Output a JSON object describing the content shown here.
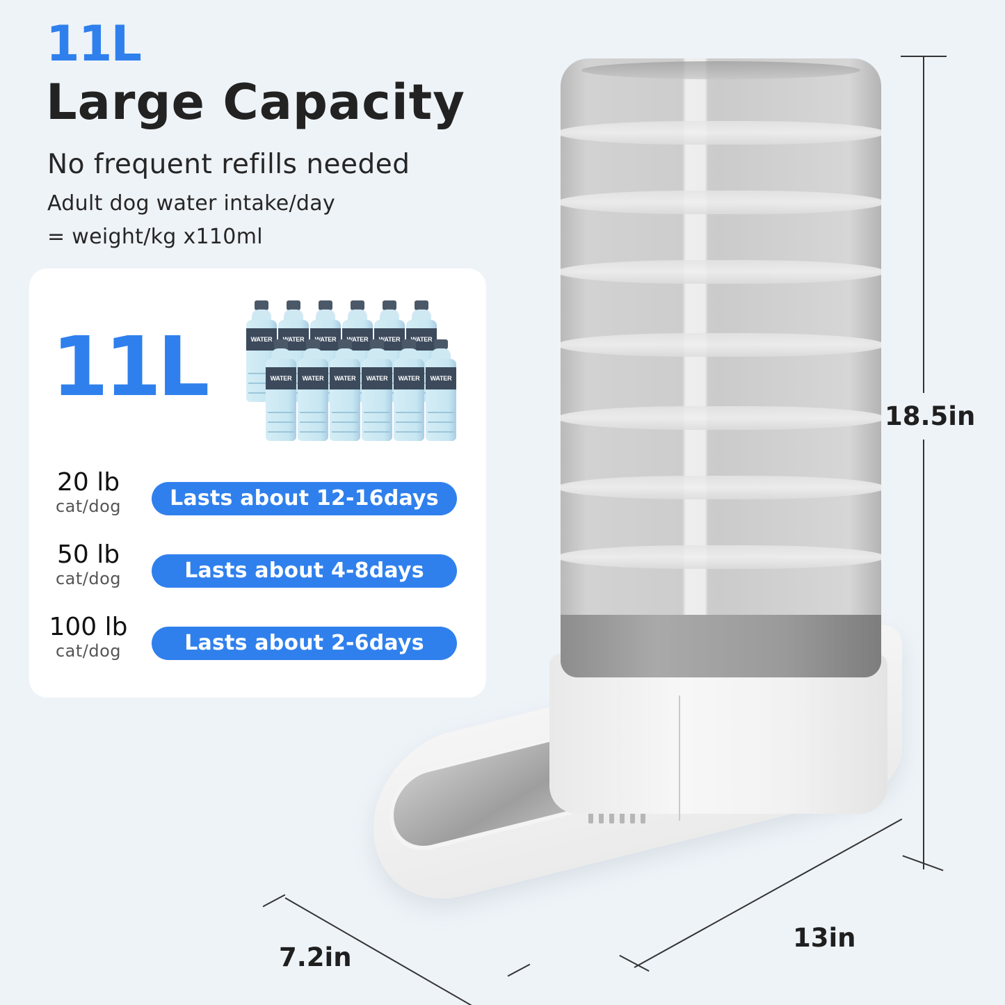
{
  "headline": {
    "capacity": "11L",
    "title": "Large Capacity",
    "subtitle": "No frequent refills needed",
    "note_line1": "Adult dog water intake/day",
    "note_line2": "= weight/kg x110ml"
  },
  "card": {
    "capacity": "11L",
    "bottle_label": "WATER",
    "bottle_count": 12,
    "rows": [
      {
        "weight": "20 lb",
        "species": "cat/dog",
        "duration": "Lasts about 12-16days"
      },
      {
        "weight": "50 lb",
        "species": "cat/dog",
        "duration": "Lasts about 4-8days"
      },
      {
        "weight": "100 lb",
        "species": "cat/dog",
        "duration": "Lasts about 2-6days"
      }
    ]
  },
  "dimensions": {
    "height": "18.5in",
    "depth": "7.2in",
    "width": "13in"
  },
  "colors": {
    "accent": "#2f80ed",
    "background": "#eef3f8",
    "card": "#ffffff",
    "text": "#222222",
    "bottle_label": "#3c4a5c",
    "bottle_body": "#c6e6f1"
  }
}
